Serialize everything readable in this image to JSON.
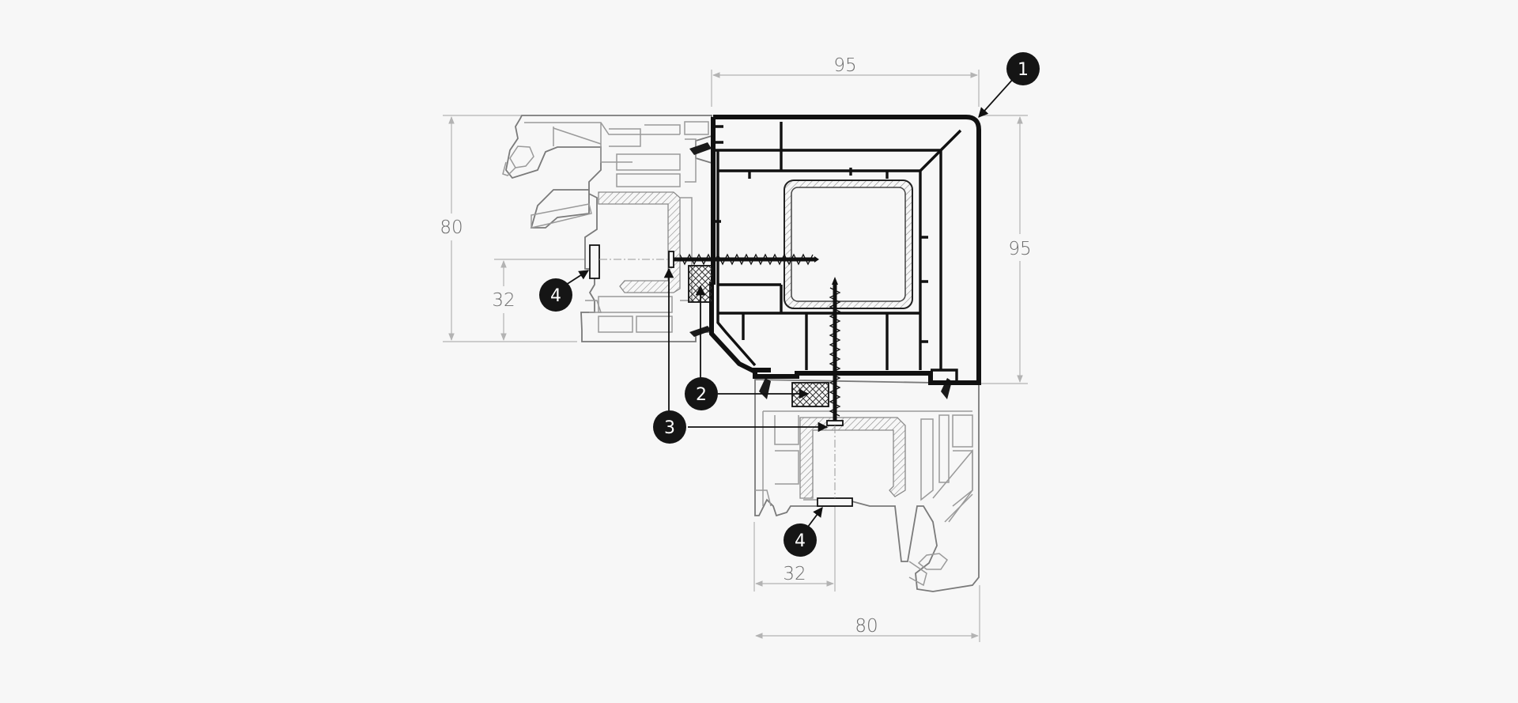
{
  "dimensions": {
    "top_width": "95",
    "right_height": "95",
    "left_height": "80",
    "left_offset": "32",
    "bottom_offset": "32",
    "bottom_width": "80"
  },
  "callouts": [
    "1",
    "2",
    "3",
    "4",
    "4"
  ],
  "colors": {
    "background": "#f7f7f7",
    "profile_outline": "#9a9a9a",
    "coupler": "#111111",
    "dimension": "#b3b3b3",
    "callout_fill": "#151515"
  }
}
